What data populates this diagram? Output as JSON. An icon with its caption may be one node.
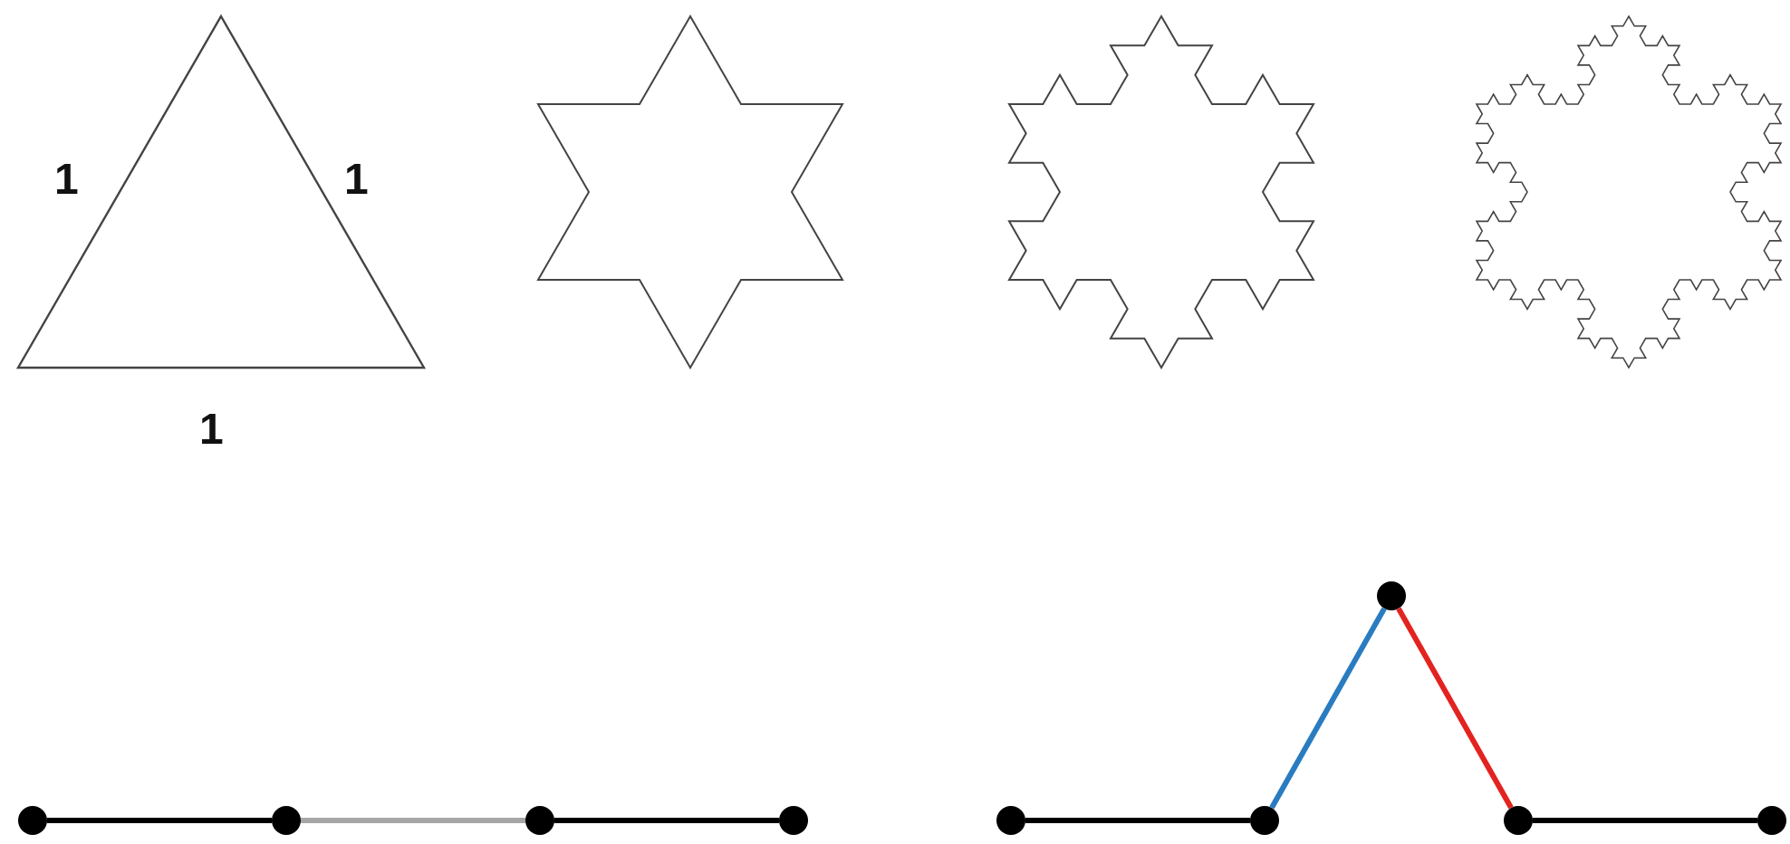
{
  "diagram": {
    "nodes": [
      {
        "text": [],
        "shape": "circle"
      },
      {
        "text": [],
        "shape": "circle"
      },
      {
        "text": [],
        "shape": "circle"
      },
      {
        "text": [],
        "shape": "circle"
      },
      {
        "text": [],
        "shape": "circle"
      },
      {
        "text": [],
        "shape": "circle"
      },
      {
        "text": [],
        "shape": "circle"
      },
      {
        "text": [],
        "shape": "circle"
      },
      {
        "text": [],
        "shape": "circle"
      }
    ],
    "edges": [
      {
        "from": 0,
        "to": 1,
        "arrow": "none"
      },
      {
        "from": 1,
        "to": 2,
        "arrow": "none",
        "color": "#a6a6a6"
      },
      {
        "from": 2,
        "to": 3,
        "arrow": "none"
      },
      {
        "from": 4,
        "to": 5,
        "arrow": "none"
      },
      {
        "from": 5,
        "to": 6,
        "arrow": "none",
        "color": "#2a7cc0"
      },
      {
        "from": 6,
        "to": 7,
        "arrow": "none",
        "color": "#e2231f"
      },
      {
        "from": 7,
        "to": 8,
        "arrow": "none"
      }
    ],
    "labels": [
      "1",
      "1",
      "1"
    ]
  }
}
